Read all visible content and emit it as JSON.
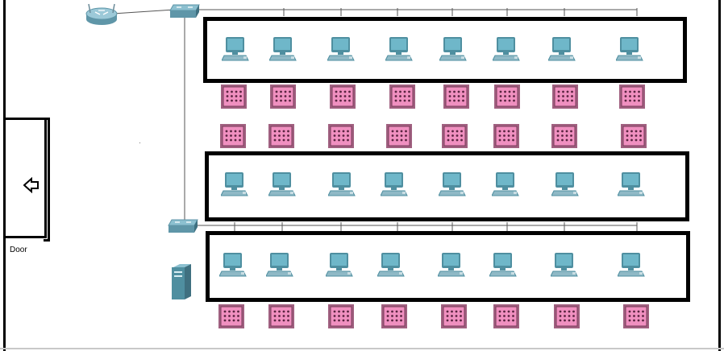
{
  "door": {
    "label": "Door",
    "icon": "arrow-left-icon"
  },
  "devices": {
    "router_icon": "router-icon",
    "switch_icon": "switch-icon",
    "server_icon": "server-icon",
    "pc_icon": "pc-icon",
    "chair_icon": "chair-icon"
  },
  "rows": [
    {
      "name": "row-1",
      "pcs": 8,
      "chairs_below": 8
    },
    {
      "name": "row-2",
      "pcs": 8,
      "chairs_above": 8
    },
    {
      "name": "row-3",
      "pcs": 8,
      "chairs_below": 8
    }
  ],
  "colors": {
    "wall": "#000000",
    "cable": "#555555",
    "pc_screen": "#6fb7c9",
    "pc_body": "#4f8fa0",
    "chair": "#f090c0",
    "chair_edge": "#7a3b5a",
    "switch": "#5f96a8",
    "server": "#4f8fa0"
  }
}
